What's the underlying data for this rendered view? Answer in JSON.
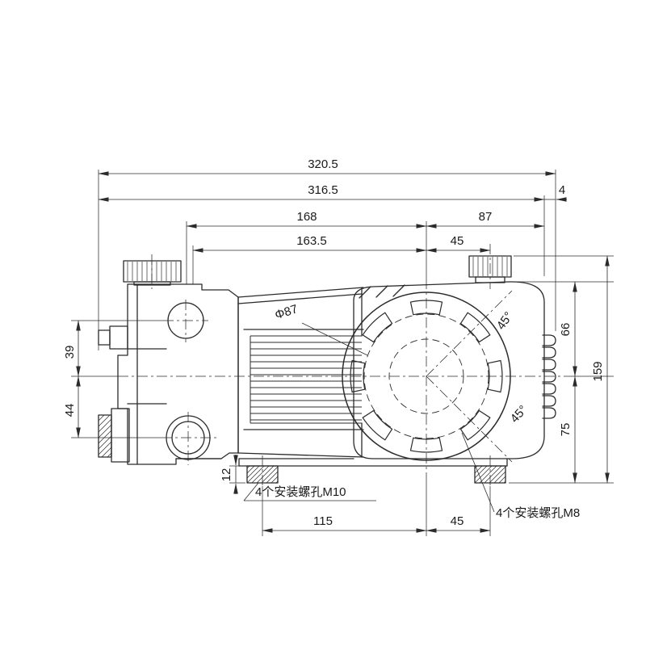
{
  "dimensions": {
    "overall_length": "320.5",
    "body_length": "316.5",
    "right_gap": "4",
    "left_to_center": "168",
    "center_to_right_flange": "87",
    "left_to_center_lower": "163.5",
    "center_to_plug": "45",
    "upper_port_offset": "39",
    "lower_port_offset": "44",
    "top_to_center": "66",
    "overall_height": "159",
    "center_to_foot": "75",
    "foot_height": "12",
    "foot_hole_to_center": "115",
    "center_to_foot_hole": "45",
    "bolt_circle_diameter": "Φ87",
    "angle_upper": "45°",
    "angle_lower": "45°"
  },
  "annotations": {
    "m10_note": "4个安装螺孔M10",
    "m8_note": "4个安装螺孔M8"
  },
  "style": {
    "line_color": "#2b2b2b",
    "text_color": "#1a1a1a",
    "background": "#ffffff"
  }
}
